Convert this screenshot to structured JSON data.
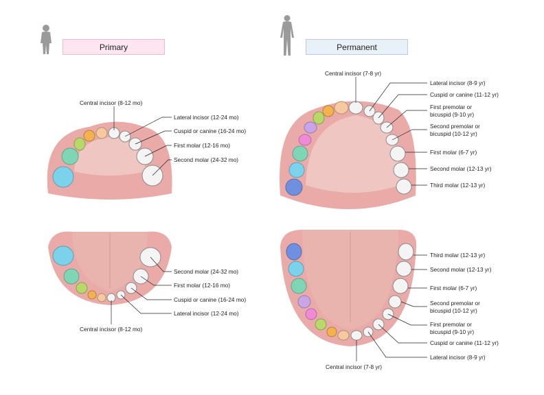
{
  "headers": {
    "primary": "Primary",
    "permanent": "Permanent"
  },
  "colors": {
    "gum": "#e9aaa8",
    "palate": "#f0c6c2",
    "tongue": "#eab4ae",
    "tooth": "#f4f4f4",
    "tooth_stroke": "#8a8a8a",
    "central_incisor": "#f7c9a0",
    "lateral_incisor": "#f4b24f",
    "canine": "#b8d96a",
    "first_premolar": "#c9a4e6",
    "second_premolar": "#f08ad6",
    "first_molar": "#7fd6b4",
    "second_molar": "#7ad3ea",
    "third_molar": "#6f8fe0",
    "primary_header_bg": "#fde6f0",
    "permanent_header_bg": "#e9f1f8"
  },
  "primary_upper": [
    "Central incisor (8-12 mo)",
    "Lateral incisor (12-24 mo)",
    "Cuspid or canine (16-24 mo)",
    "First molar (12-16 mo)",
    "Second molar (24-32 mo)"
  ],
  "primary_lower": [
    "Second molar (24-32 mo)",
    "First molar (12-16 mo)",
    "Cuspid or canine (16-24 mo)",
    "Lateral incisor (12-24 mo)",
    "Central incisor (8-12 mo)"
  ],
  "permanent_upper": [
    "Central incisor (7-8 yr)",
    "Lateral incisor (8-9 yr)",
    "Cuspid or canine (11-12 yr)",
    "First premolar or",
    "bicuspid (9-10 yr)",
    "Second premolar or",
    "bicuspid (10-12 yr)",
    "First molar (6-7 yr)",
    "Second molar (12-13 yr)",
    "Third molar (12-13 yr)"
  ],
  "permanent_lower": [
    "Third molar (12-13 yr)",
    "Second molar (12-13 yr)",
    "First molar (6-7 yr)",
    "Second premolar or",
    "bicuspid (10-12 yr)",
    "First premolar or",
    "bicuspid (9-10 yr)",
    "Cuspid or canine (11-12 yr)",
    "Lateral incisor (8-9 yr)",
    "Central incisor (7-8 yr)"
  ]
}
